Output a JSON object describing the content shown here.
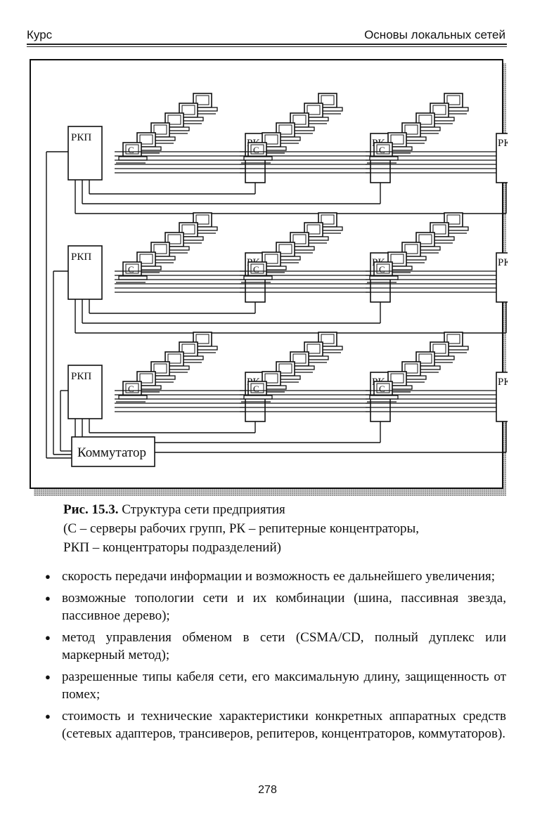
{
  "header": {
    "left": "Курс",
    "right": "Основы локальных сетей"
  },
  "figure": {
    "rkp_label": "РКП",
    "rk_label": "РК",
    "server_label": "С",
    "switch_label": "Коммутатор"
  },
  "caption": {
    "number": "Рис. 15.3.",
    "title": "Структура сети предприятия",
    "line2": "(С – серверы рабочих групп, РК – репитерные концентраторы,",
    "line3": "РКП – концентраторы подразделений)"
  },
  "bullets": [
    "скорость передачи информации и возможность ее дальнейшего увеличения;",
    "возможные топологии сети и их комбинации (шина, пассивная звезда, пассивное дерево);",
    "метод управления обменом в сети (CSMA/CD, полный дуплекс или маркерный метод);",
    "разрешенные типы кабеля сети, его максимальную длину, защищенность от помех;",
    "стоимость и технические характеристики конкретных аппаратных средств (сетевых адаптеров, трансиверов, репитеров, концентраторов, коммутаторов)."
  ],
  "page_number": "278"
}
